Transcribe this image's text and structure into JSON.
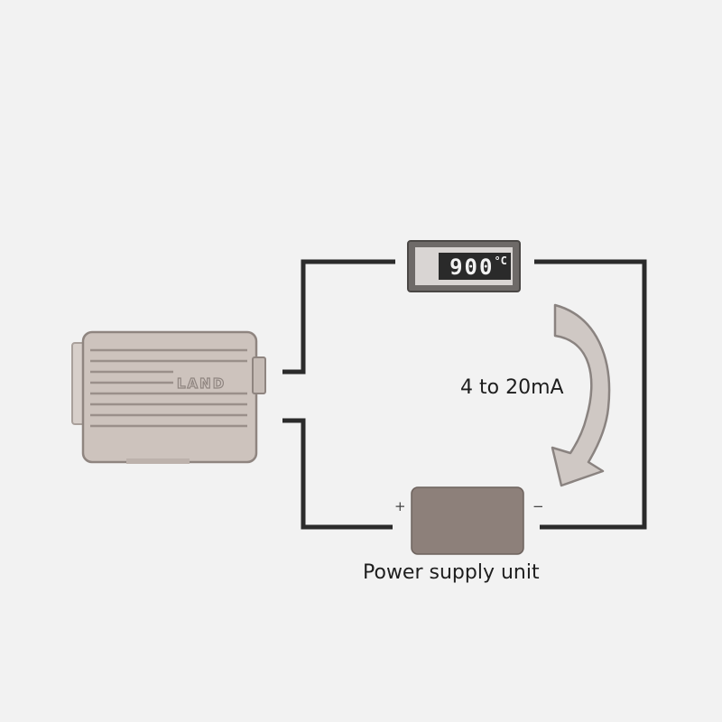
{
  "display": {
    "value": "900",
    "unit": "°C"
  },
  "device": {
    "brand": "LAND"
  },
  "current_range": "4 to 20mA",
  "psu": {
    "label": "Power supply unit",
    "plus": "+",
    "minus": "−"
  },
  "colors": {
    "background": "#f2f2f2",
    "wire": "#2b2b2b",
    "device_body": "#cdc3bd",
    "display_bezel": "#6e6a68",
    "display_screen": "#2a2a2a",
    "psu_box": "#8d807a",
    "arrow_fill": "#cfc8c4",
    "arrow_stroke": "#8a8380"
  }
}
